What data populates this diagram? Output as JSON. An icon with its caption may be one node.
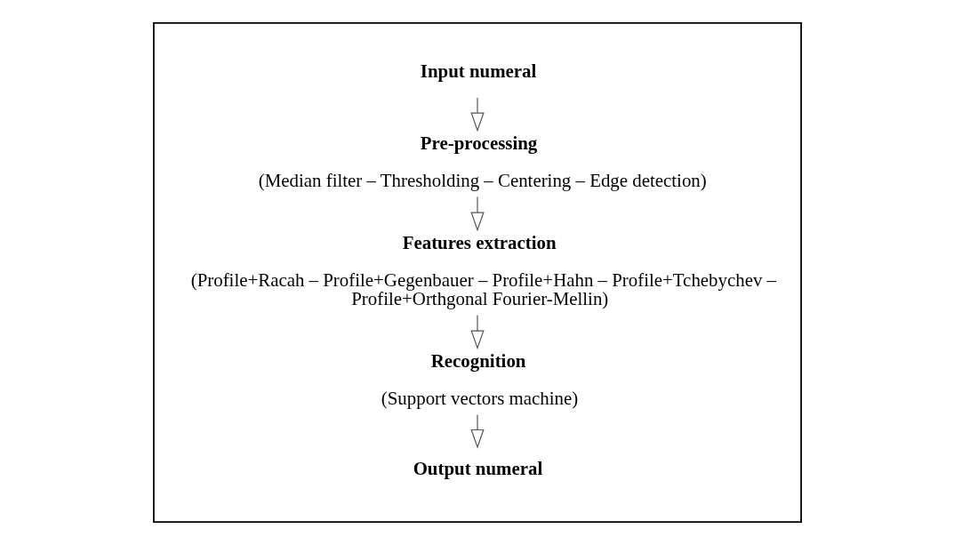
{
  "diagram": {
    "nodes": [
      {
        "text": [],
        "shape": "box"
      },
      {
        "text": [
          "Input numeral"
        ],
        "in": 0
      },
      {
        "text": [
          "Pre-processing",
          "(Median filter – Thresholding – Centering – Edge detection)"
        ],
        "in": 0
      },
      {
        "text": [
          "Features extraction",
          "(Profile+Racah – Profile+Gegenbauer – Profile+Hahn – Profile+Tchebychev – Profile+Orthgonal Fourier-Mellin)"
        ],
        "in": 0
      },
      {
        "text": [
          "Recognition",
          "(Support vectors machine)"
        ],
        "in": 0
      },
      {
        "text": [
          "Output numeral"
        ],
        "in": 0
      }
    ],
    "edges": [
      {
        "from": 1,
        "to": 2,
        "arrow": "to"
      },
      {
        "from": 2,
        "to": 3,
        "arrow": "to"
      },
      {
        "from": 3,
        "to": 4,
        "arrow": "to"
      },
      {
        "from": 4,
        "to": 5,
        "arrow": "to"
      }
    ]
  }
}
